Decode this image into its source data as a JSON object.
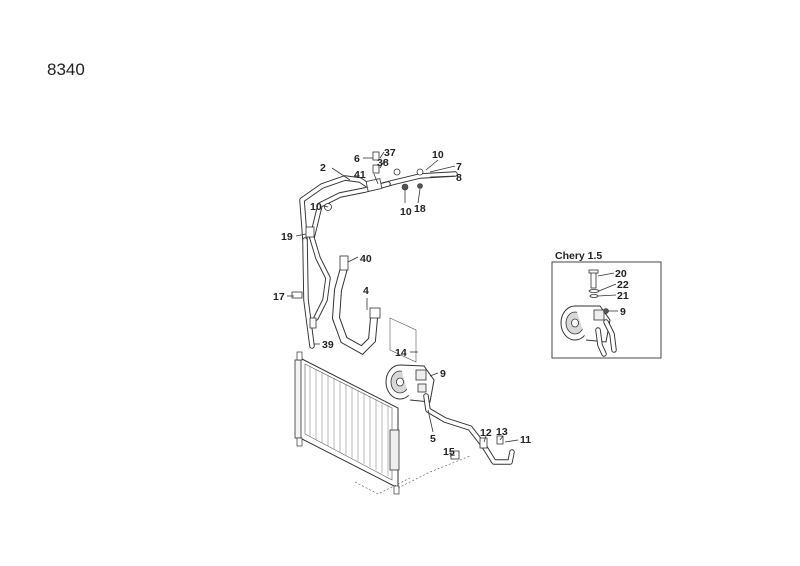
{
  "diagram": {
    "page_code": "8340",
    "inset_title": "Chery 1.5",
    "callouts": {
      "c37": "37",
      "c6": "6",
      "c38": "38",
      "c10_top": "10",
      "c7": "7",
      "c8": "8",
      "c2": "2",
      "c41": "41",
      "c10_mid": "10",
      "c10_low": "10",
      "c18": "18",
      "c19": "19",
      "c40": "40",
      "c4": "4",
      "c17": "17",
      "c39": "39",
      "c14": "14",
      "c9_main": "9",
      "c5": "5",
      "c12": "12",
      "c13": "13",
      "c11": "11",
      "c15": "15",
      "c20": "20",
      "c22": "22",
      "c21": "21",
      "c9_inset": "9"
    }
  }
}
